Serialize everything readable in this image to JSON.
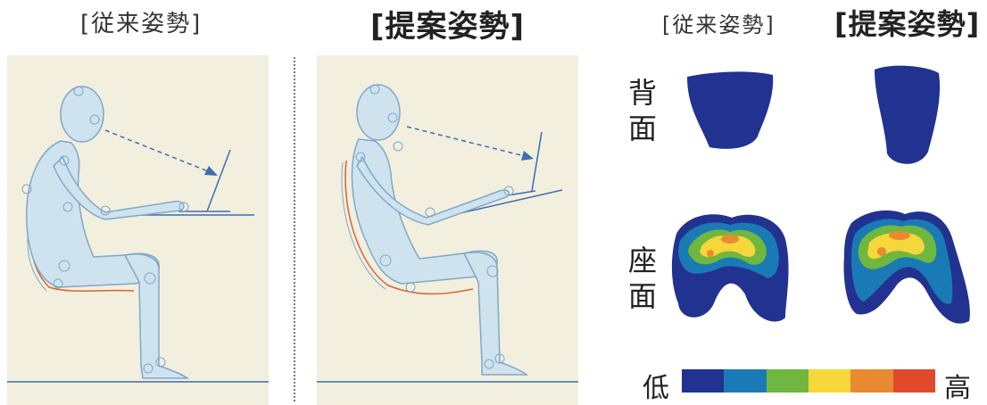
{
  "titles": {
    "conventional": "[従来姿勢]",
    "proposed": "[提案姿勢]",
    "conventional_small": "[従来姿勢]",
    "proposed_small": "[提案姿勢]"
  },
  "row_labels": {
    "back": "背\n面",
    "seat": "座\n面"
  },
  "legend": {
    "low": "低",
    "high": "高",
    "colors": [
      "#213291",
      "#1a7ab5",
      "#6fb73f",
      "#f5d63b",
      "#ea8a30",
      "#e04a2b"
    ]
  },
  "colors": {
    "panel_bg": "#f2efdf",
    "body_fill": "#cfe3ef",
    "body_stroke": "#7fa7c7",
    "sight_line": "#3a6fae",
    "seat_line": "#e06030",
    "floor_line": "#3a6fae"
  }
}
